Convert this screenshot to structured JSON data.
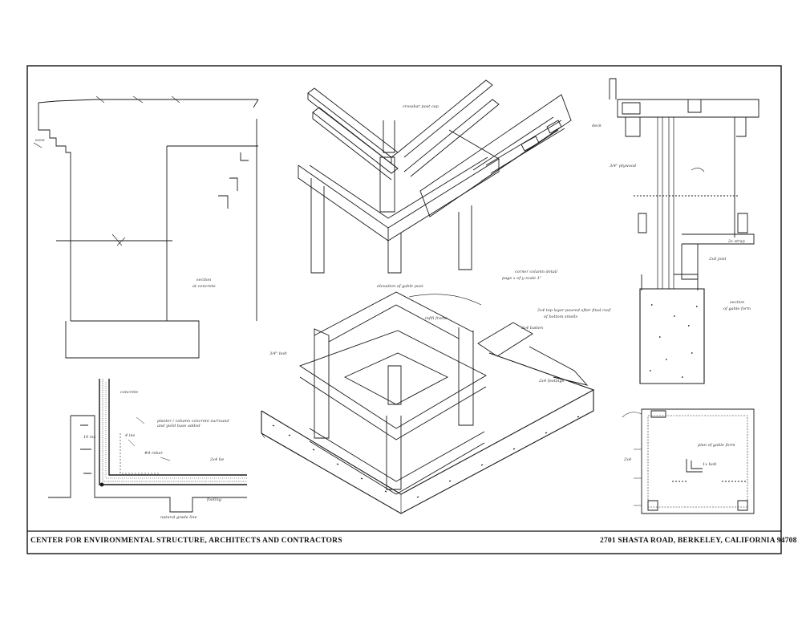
{
  "title_block": {
    "firm": "CENTER FOR ENVIRONMENTAL STRUCTURE, ARCHITECTS AND CONTRACTORS",
    "address": "2701 SHASTA ROAD, BERKELEY, CALIFORNIA 94708"
  },
  "notes": {
    "eave": "eave",
    "section": "section",
    "section_sub": "at concrete",
    "gable_post": "elevation of gable post",
    "corner_detail": "corner column detail",
    "page_ref": "page x of y        scale 1\"",
    "post_cap": "crossbar post cap",
    "fill_joint": "infill frame",
    "brick_base": "2x4 batten",
    "pier": "2x4 footings",
    "top_layer": "2x4 top layer poured after final roof",
    "top_layer2": "of bottom smells",
    "d_bolt": "3/4\" bolt",
    "deck": "deck",
    "joist": "2x8 joist",
    "truss": "3/4\" plywood",
    "strap": "2x strap",
    "section_right": "section",
    "section_right_sub": "of gable form",
    "plan": "plan of gable form",
    "plan_bolt": "1x bolt",
    "concrete": "concrete",
    "plaster": "plaster / column concrete surround",
    "plaster2": "and yield base added",
    "rebar": "#4 rebar",
    "grade": "natural grade line",
    "footing": "footing",
    "tie": "2x4 tie",
    "dim1": "10 ins",
    "dim2": "4 ins",
    "dim3": "2x4"
  }
}
